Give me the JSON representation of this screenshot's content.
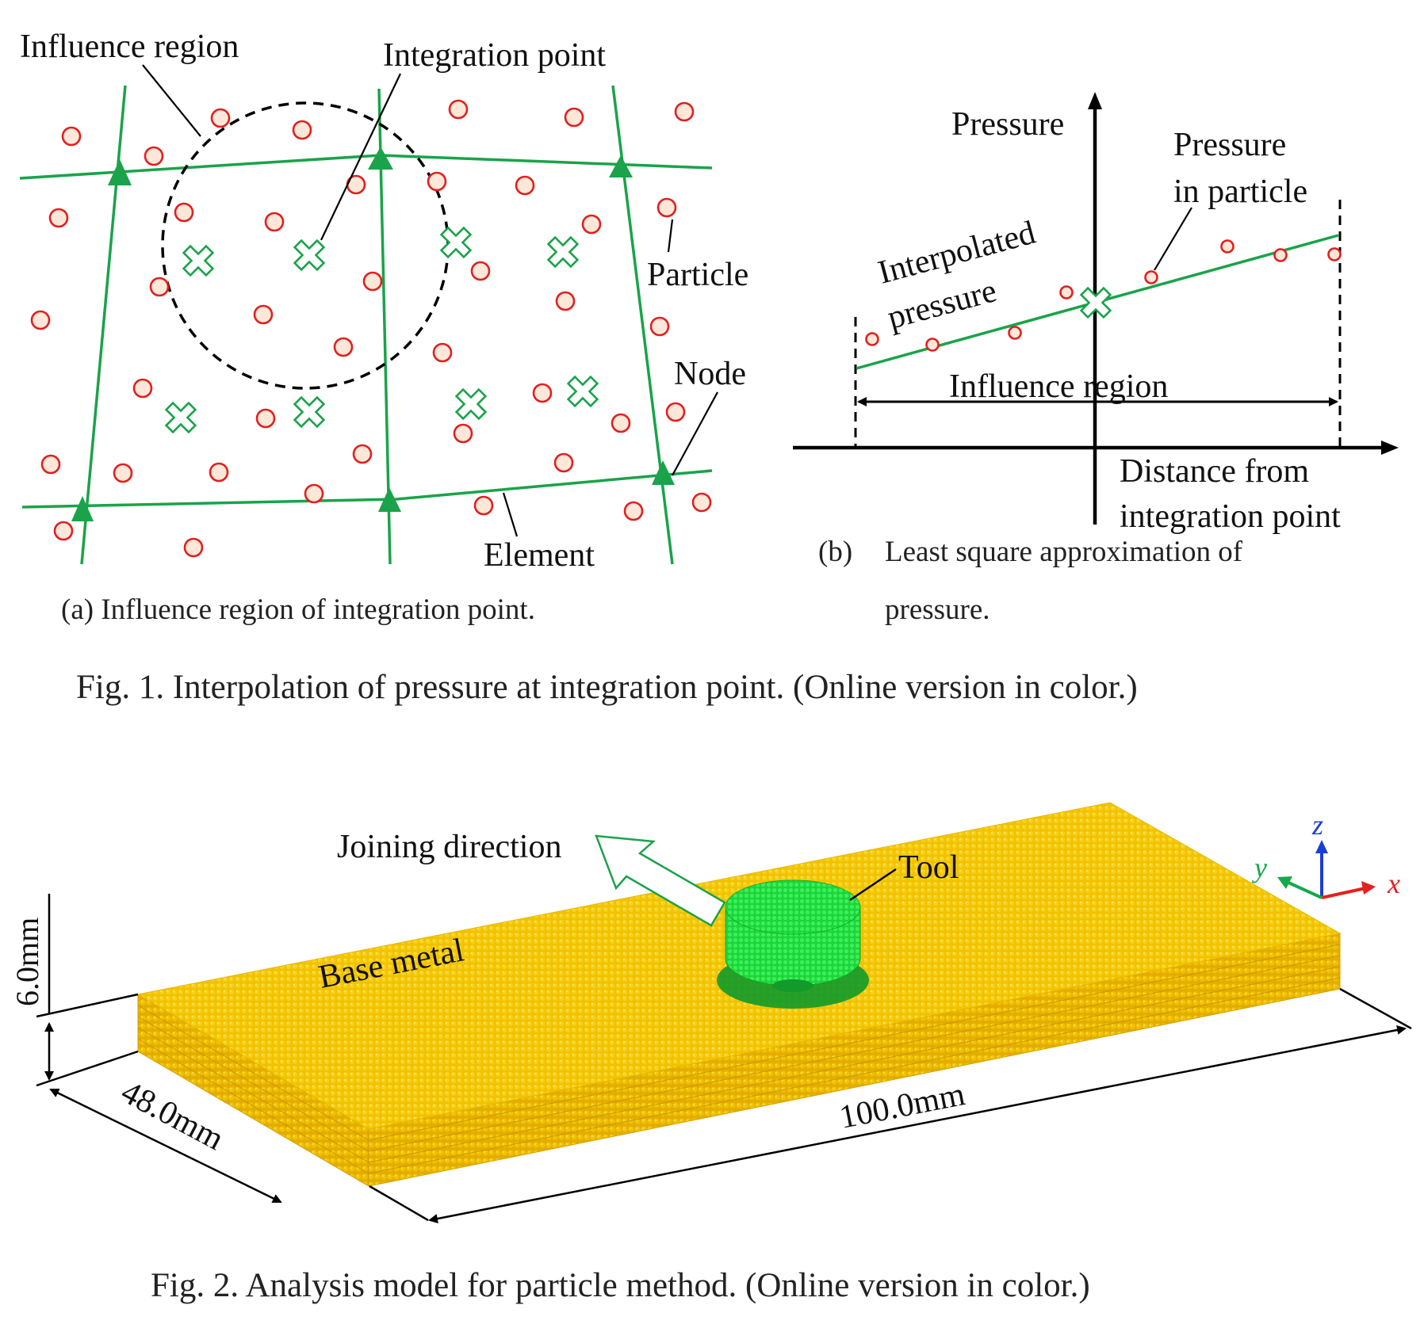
{
  "fig1": {
    "panel_a": {
      "labels": {
        "influence_region": "Influence region",
        "integration_point": "Integration point",
        "particle": "Particle",
        "node": "Node",
        "element": "Element"
      },
      "caption": "(a) Influence region of integration point."
    },
    "panel_b": {
      "labels": {
        "pressure_axis": "Pressure",
        "pressure_in_particle_line1": "Pressure",
        "pressure_in_particle_line2": "in particle",
        "interpolated_line1": "Interpolated",
        "interpolated_line2": "pressure",
        "influence_region": "Influence region",
        "distance_line1": "Distance from",
        "distance_line2": "integration point"
      },
      "caption_prefix": "(b)",
      "caption_line1": "Least square approximation of",
      "caption_line2": "pressure."
    },
    "caption": "Fig. 1.  Interpolation of pressure at integration point. (Online version in color.)"
  },
  "fig2": {
    "labels": {
      "joining_direction": "Joining direction",
      "tool": "Tool",
      "base_metal": "Base metal",
      "axis_x": "x",
      "axis_y": "y",
      "axis_z": "z"
    },
    "dimensions": {
      "height": "6.0mm",
      "width": "48.0mm",
      "length": "100.0mm"
    },
    "caption": "Fig. 2.  Analysis model for particle method. (Online version in color.)"
  },
  "colors": {
    "element_green": "#1aa34a",
    "particle_red": "#e02020",
    "particle_fill": "#fde7d8",
    "base_metal": "#f2c200",
    "tool_green": "#22e03a",
    "axis_blue": "#1a3fd6",
    "axis_red": "#e52020",
    "axis_green": "#17a84a"
  }
}
